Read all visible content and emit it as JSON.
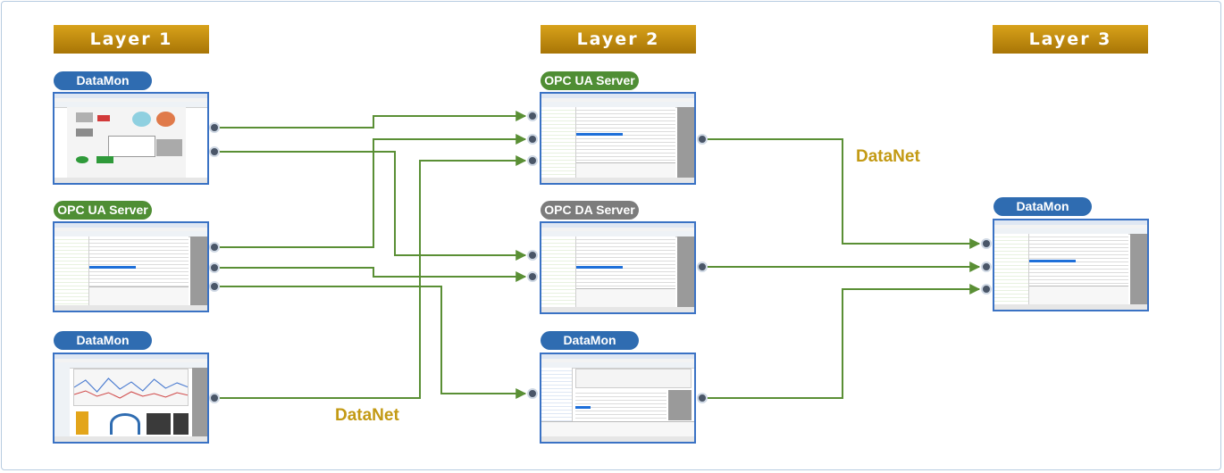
{
  "layers": [
    "Layer 1",
    "Layer 2",
    "Layer 3"
  ],
  "nodes": {
    "l1_datamon_top": "DataMon",
    "l1_opcua": "OPC UA Server",
    "l1_datamon_bottom": "DataMon",
    "l2_opcua": "OPC UA Server",
    "l2_opcda": "OPC DA Server",
    "l2_datamon": "DataMon",
    "l3_datamon": "DataMon"
  },
  "datanet_labels": [
    "DataNet",
    "DataNet"
  ],
  "colors": {
    "banner": "#b8860b",
    "pill_blue": "#2f6cb1",
    "pill_green": "#4f8e34",
    "pill_gray": "#7c7c7c",
    "wire": "#5a8f35",
    "datanet_text": "#c39a14",
    "screenshot_border": "#3a72c4"
  }
}
